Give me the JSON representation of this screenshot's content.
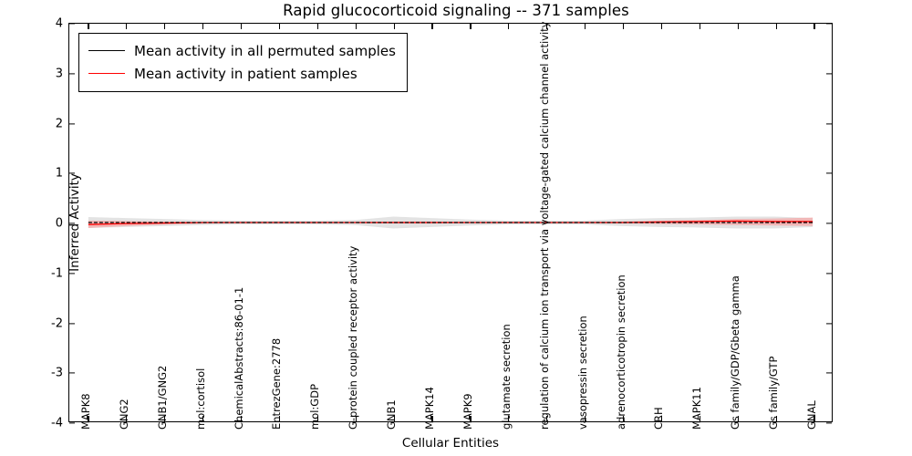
{
  "chart": {
    "title": "Rapid glucocorticoid signaling -- 371 samples",
    "xlabel": "Cellular Entities",
    "ylabel": "Inferred Activity"
  },
  "legend": {
    "items": [
      {
        "label": "Mean activity in all permuted samples",
        "color": "#000000"
      },
      {
        "label": "Mean activity in patient samples",
        "color": "#ff0000"
      }
    ]
  },
  "chart_data": {
    "type": "line",
    "title": "Rapid glucocorticoid signaling -- 371 samples",
    "xlabel": "Cellular Entities",
    "ylabel": "Inferred Activity",
    "ylim": [
      -4,
      4
    ],
    "yticks": [
      "-4",
      "-3",
      "-2",
      "-1",
      "0",
      "1",
      "2",
      "3",
      "4"
    ],
    "grid": false,
    "legend_position": "upper-left",
    "categories": [
      "MAPK8",
      "GNG2",
      "GNB1/GNG2",
      "mol:cortisol",
      "ChemicalAbstracts:86-01-1",
      "EntrezGene:2778",
      "mol:GDP",
      "G-protein coupled receptor activity",
      "GNB1",
      "MAPK14",
      "MAPK9",
      "glutamate secretion",
      "regulation of calcium ion transport via voltage-gated calcium channel activity",
      "vasopressin secretion",
      "adrenocorticotropin secretion",
      "CRH",
      "MAPK11",
      "Gs family/GDP/Gbeta gamma",
      "Gs family/GTP",
      "GNAL"
    ],
    "series": [
      {
        "name": "Mean activity in all permuted samples",
        "color": "#000000",
        "values": [
          0.0,
          0.0,
          0.0,
          0.0,
          0.0,
          0.0,
          0.0,
          0.0,
          0.0,
          0.0,
          0.0,
          0.0,
          0.0,
          0.0,
          0.0,
          0.0,
          0.0,
          0.0,
          0.0,
          0.0
        ],
        "band_upper": [
          0.11,
          0.09,
          0.07,
          0.05,
          0.04,
          0.04,
          0.04,
          0.05,
          0.12,
          0.09,
          0.06,
          0.04,
          0.04,
          0.04,
          0.07,
          0.09,
          0.1,
          0.12,
          0.12,
          0.09
        ],
        "band_lower": [
          -0.11,
          -0.09,
          -0.07,
          -0.05,
          -0.04,
          -0.04,
          -0.04,
          -0.05,
          -0.12,
          -0.09,
          -0.06,
          -0.04,
          -0.04,
          -0.04,
          -0.07,
          -0.09,
          -0.1,
          -0.12,
          -0.12,
          -0.09
        ],
        "band_color": "#d9d9d9"
      },
      {
        "name": "Mean activity in patient samples",
        "color": "#ff0000",
        "values": [
          -0.04,
          -0.02,
          -0.01,
          0.0,
          0.0,
          0.0,
          0.0,
          0.0,
          0.0,
          0.0,
          0.0,
          0.0,
          0.0,
          0.0,
          0.0,
          0.01,
          0.02,
          0.03,
          0.02,
          0.02
        ],
        "band_upper": [
          0.04,
          0.03,
          0.02,
          0.01,
          0.01,
          0.01,
          0.01,
          0.01,
          0.02,
          0.02,
          0.01,
          0.01,
          0.01,
          0.01,
          0.02,
          0.04,
          0.05,
          0.07,
          0.08,
          0.1
        ],
        "band_lower": [
          -0.11,
          -0.07,
          -0.04,
          -0.02,
          -0.01,
          -0.01,
          -0.01,
          -0.01,
          -0.02,
          -0.02,
          -0.01,
          -0.01,
          -0.01,
          -0.01,
          -0.02,
          -0.03,
          -0.04,
          -0.05,
          -0.06,
          -0.07
        ],
        "band_color": "#f6a7a7"
      }
    ]
  }
}
